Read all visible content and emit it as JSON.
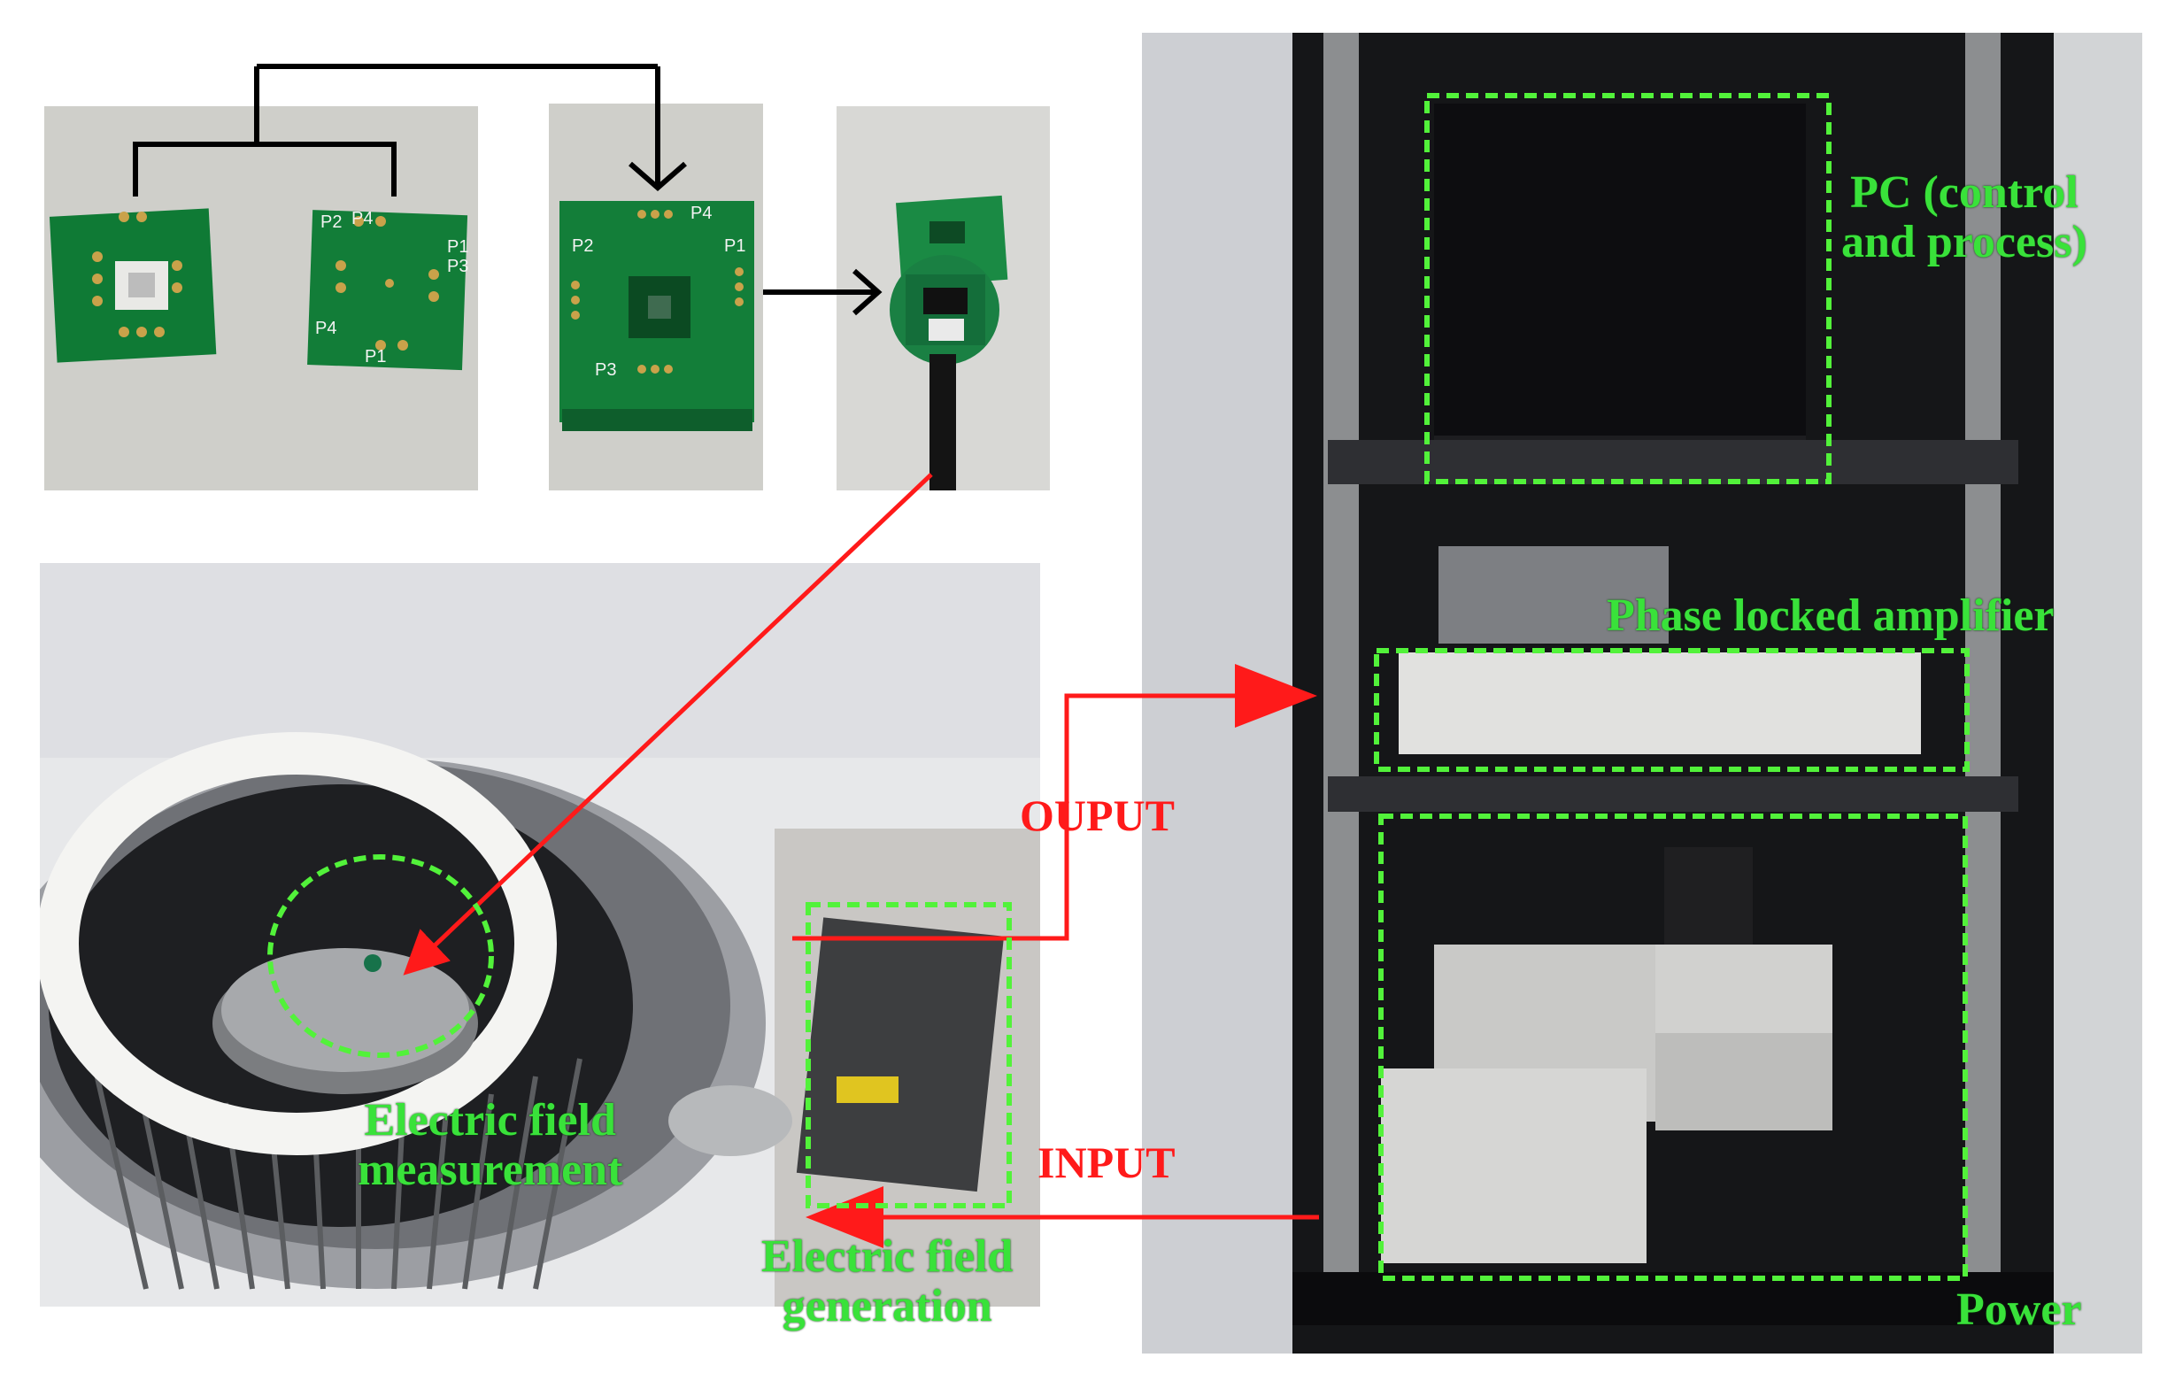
{
  "labels": {
    "pc": [
      "PC (control",
      "and process)"
    ],
    "lockin": "Phase locked amplifier",
    "power": "Power",
    "field_measurement": [
      "Electric field",
      "measurement"
    ],
    "field_generation": [
      "Electric field",
      "generation"
    ],
    "output": "OUPUT",
    "input": "INPUT"
  },
  "pcb_markings": {
    "board2": [
      "P2",
      "P4",
      "P1",
      "P3",
      "P4",
      "P1"
    ],
    "board3": [
      "P4",
      "P2",
      "P1",
      "P3"
    ]
  },
  "colors": {
    "label_green": "#39e23a",
    "dashed_box": "#52f23a",
    "arrow_red": "#ff1a1a",
    "connector_black": "#000000",
    "pcb_green": "#1c8a3a"
  }
}
